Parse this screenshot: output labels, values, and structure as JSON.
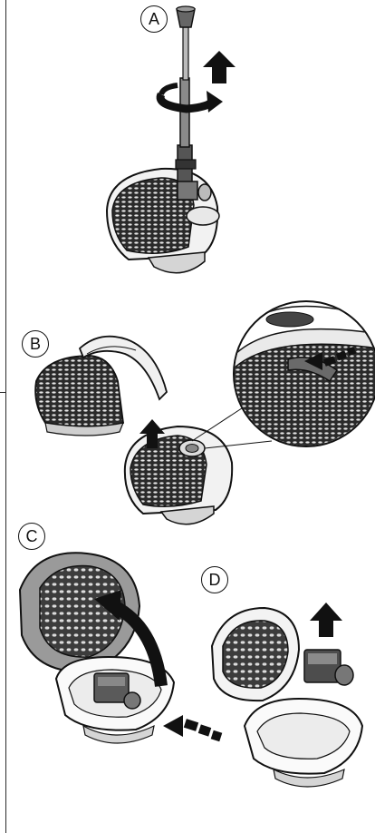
{
  "steps": [
    {
      "label": "A"
    },
    {
      "label": "B"
    },
    {
      "label": "C"
    },
    {
      "label": "D"
    }
  ],
  "colors": {
    "ink": "#111111",
    "dark_gray": "#4a4a4a",
    "mid_gray": "#9a9a9a",
    "light_gray": "#d9d9d9",
    "paper": "#ffffff"
  },
  "icons": [
    "arrow-up-icon",
    "rotate-arrow-icon",
    "curved-arrow-icon",
    "dashed-arrow-icon"
  ]
}
